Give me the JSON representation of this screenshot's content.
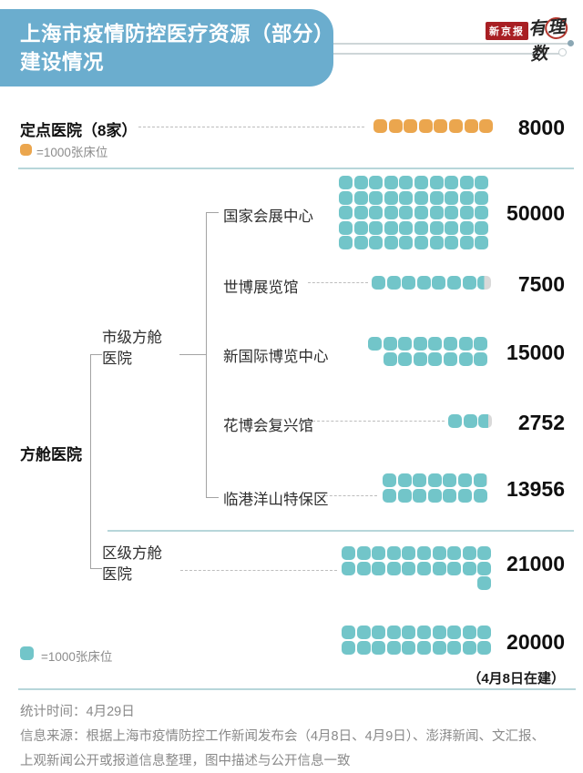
{
  "header": {
    "title_line1": "上海市疫情防控医疗资源（部分）",
    "title_line2": "建设情况",
    "brand_paper": "新京报",
    "brand_column": [
      "有",
      "理",
      "数"
    ]
  },
  "colors": {
    "title_bg": "#6badce",
    "teal": "#72c5c9",
    "orange": "#eba64e",
    "divider": "#b7d6da",
    "partial_gray": "#d9d9d9"
  },
  "chart_data": {
    "type": "pictograph",
    "unit_value": 1000,
    "unit_label_orange": "=1000张床位",
    "unit_label_teal": "=1000张床位",
    "fixed_hospitals": {
      "label": "定点医院（8家）",
      "value": 8000,
      "display": "8000",
      "dots": {
        "color": "orange",
        "rows": [
          {
            "count": 8
          }
        ]
      }
    },
    "fangcang_label": "方舱医院",
    "city_label_line1": "市级方舱",
    "city_label_line2": "医院",
    "district_label_line1": "区级方舱",
    "district_label_line2": "医院",
    "city_venues": [
      {
        "label": "国家会展中心",
        "value": 50000,
        "display": "50000",
        "dots": {
          "color": "teal",
          "rows": [
            {
              "count": 10
            },
            {
              "count": 10
            },
            {
              "count": 10
            },
            {
              "count": 10
            },
            {
              "count": 10
            }
          ]
        }
      },
      {
        "label": "世博展览馆",
        "value": 7500,
        "display": "7500",
        "dots": {
          "color": "teal",
          "rows": [
            {
              "count": 8,
              "partial_last": 0.5
            }
          ]
        }
      },
      {
        "label": "新国际博览中心",
        "value": 15000,
        "display": "15000",
        "dots": {
          "color": "teal",
          "rows": [
            {
              "count": 8
            },
            {
              "count": 7,
              "offset": 1
            }
          ]
        }
      },
      {
        "label": "花博会复兴馆",
        "value": 2752,
        "display": "2752",
        "dots": {
          "color": "teal",
          "rows": [
            {
              "count": 3,
              "partial_last": 0.75
            }
          ]
        }
      },
      {
        "label": "临港洋山特保区",
        "value": 13956,
        "display": "13956",
        "dots": {
          "color": "teal",
          "rows": [
            {
              "count": 7,
              "partial_last": 0.95
            },
            {
              "count": 7
            }
          ]
        }
      }
    ],
    "district": {
      "value": 21000,
      "display": "21000",
      "dots": {
        "color": "teal",
        "rows": [
          {
            "count": 10
          },
          {
            "count": 10
          },
          {
            "count": 1,
            "offset": 9
          }
        ]
      }
    },
    "under_construction": {
      "value": 20000,
      "display": "20000",
      "note": "（4月8日在建）",
      "dots": {
        "color": "teal",
        "rows": [
          {
            "count": 10
          },
          {
            "count": 10
          }
        ]
      }
    }
  },
  "footer": {
    "stat_time": "统计时间：4月29日",
    "source_line1": "信息来源：根据上海市疫情防控工作新闻发布会（4月8日、4月9日）、澎湃新闻、文汇报、",
    "source_line2": "上观新闻公开或报道信息整理，图中描述与公开信息一致"
  }
}
